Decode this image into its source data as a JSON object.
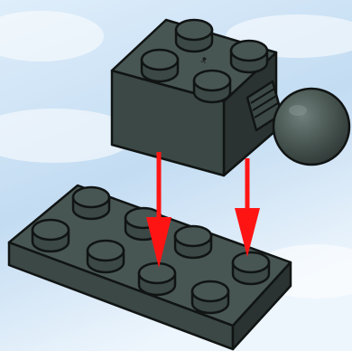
{
  "diagram": {
    "kind": "lego-assembly-step",
    "background_colors": [
      "#dfeefb",
      "#c3dcf2",
      "#eef6fd"
    ],
    "brick_color": "#3b4845",
    "brick_top_color": "#485653",
    "brick_dark_color": "#2a3331",
    "outline_color": "#101413",
    "arrow_color": "#ff1414",
    "parts": [
      {
        "name": "brick-2x2-with-ball-joint",
        "studs": 4
      },
      {
        "name": "plate-2x4",
        "studs": 8
      }
    ],
    "arrows": [
      {
        "name": "left-insertion-arrow",
        "direction": "down"
      },
      {
        "name": "right-insertion-arrow",
        "direction": "down"
      }
    ]
  }
}
